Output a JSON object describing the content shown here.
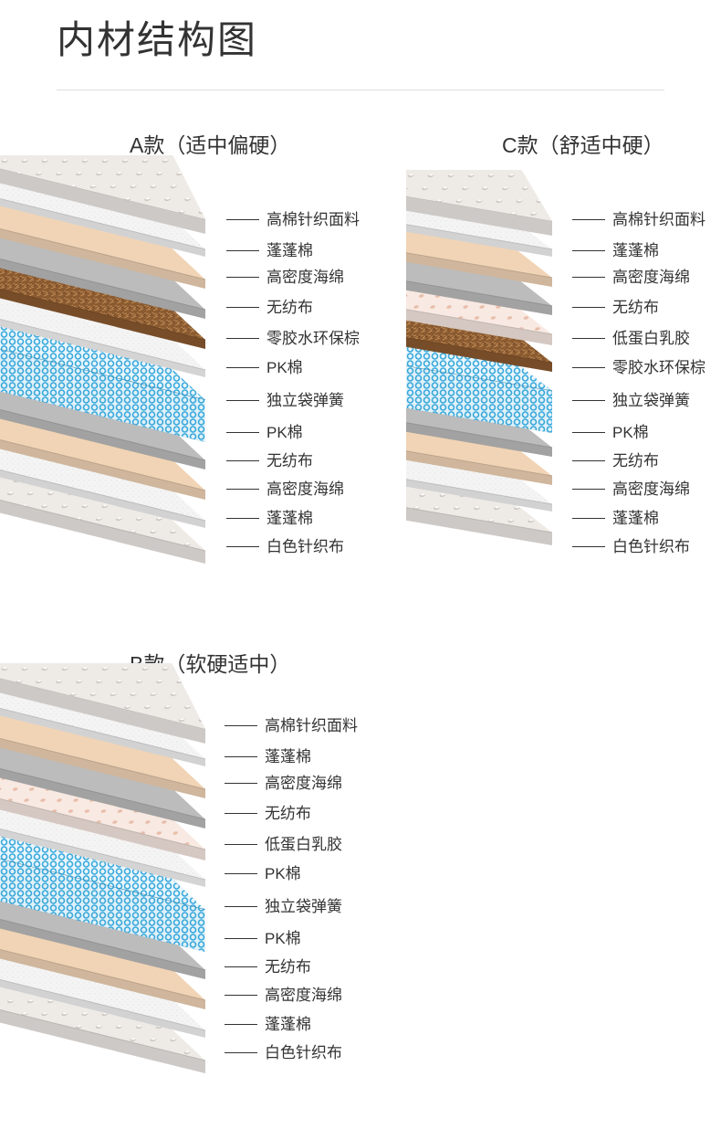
{
  "page_title": "内材结构图",
  "sections": [
    {
      "id": "a",
      "title": "A款（适中偏硬）",
      "layers": [
        "top-knit",
        "wadding",
        "foam",
        "nonwoven",
        "coir",
        "pk",
        "spring",
        "pk",
        "nonwoven",
        "foam",
        "wadding",
        "bottom-knit"
      ],
      "labels": [
        "高棉针织面料",
        "蓬蓬棉",
        "高密度海绵",
        "无纺布",
        "零胶水环保棕",
        "PK棉",
        "独立袋弹簧",
        "PK棉",
        "无纺布",
        "高密度海绵",
        "蓬蓬棉",
        "白色针织布"
      ]
    },
    {
      "id": "c",
      "title": "C款（舒适中硬）",
      "layers": [
        "top-knit",
        "wadding",
        "foam",
        "nonwoven",
        "latex",
        "coir",
        "spring",
        "pk",
        "nonwoven",
        "foam",
        "wadding",
        "bottom-knit"
      ],
      "labels": [
        "高棉针织面料",
        "蓬蓬棉",
        "高密度海绵",
        "无纺布",
        "低蛋白乳胶",
        "零胶水环保棕",
        "独立袋弹簧",
        "PK棉",
        "无纺布",
        "高密度海绵",
        "蓬蓬棉",
        "白色针织布"
      ]
    },
    {
      "id": "b",
      "title": "B款（软硬适中）",
      "layers": [
        "top-knit",
        "wadding",
        "foam",
        "nonwoven",
        "latex",
        "pk",
        "spring",
        "pk",
        "nonwoven",
        "foam",
        "wadding",
        "bottom-knit"
      ],
      "labels": [
        "高棉针织面料",
        "蓬蓬棉",
        "高密度海绵",
        "无纺布",
        "低蛋白乳胶",
        "PK棉",
        "独立袋弹簧",
        "PK棉",
        "无纺布",
        "高密度海绵",
        "蓬蓬棉",
        "白色针织布"
      ]
    }
  ],
  "material_colors": {
    "top-knit": "#eeeae6",
    "wadding": "#f4f4f4",
    "foam": "#f1d4b5",
    "nonwoven": "#bcbcbc",
    "coir": "#8a5a30",
    "pk": "#f6f6f6",
    "spring": "#3aa9dc",
    "latex": "#f8e9e2",
    "bottom-knit": "#eeeae6"
  }
}
